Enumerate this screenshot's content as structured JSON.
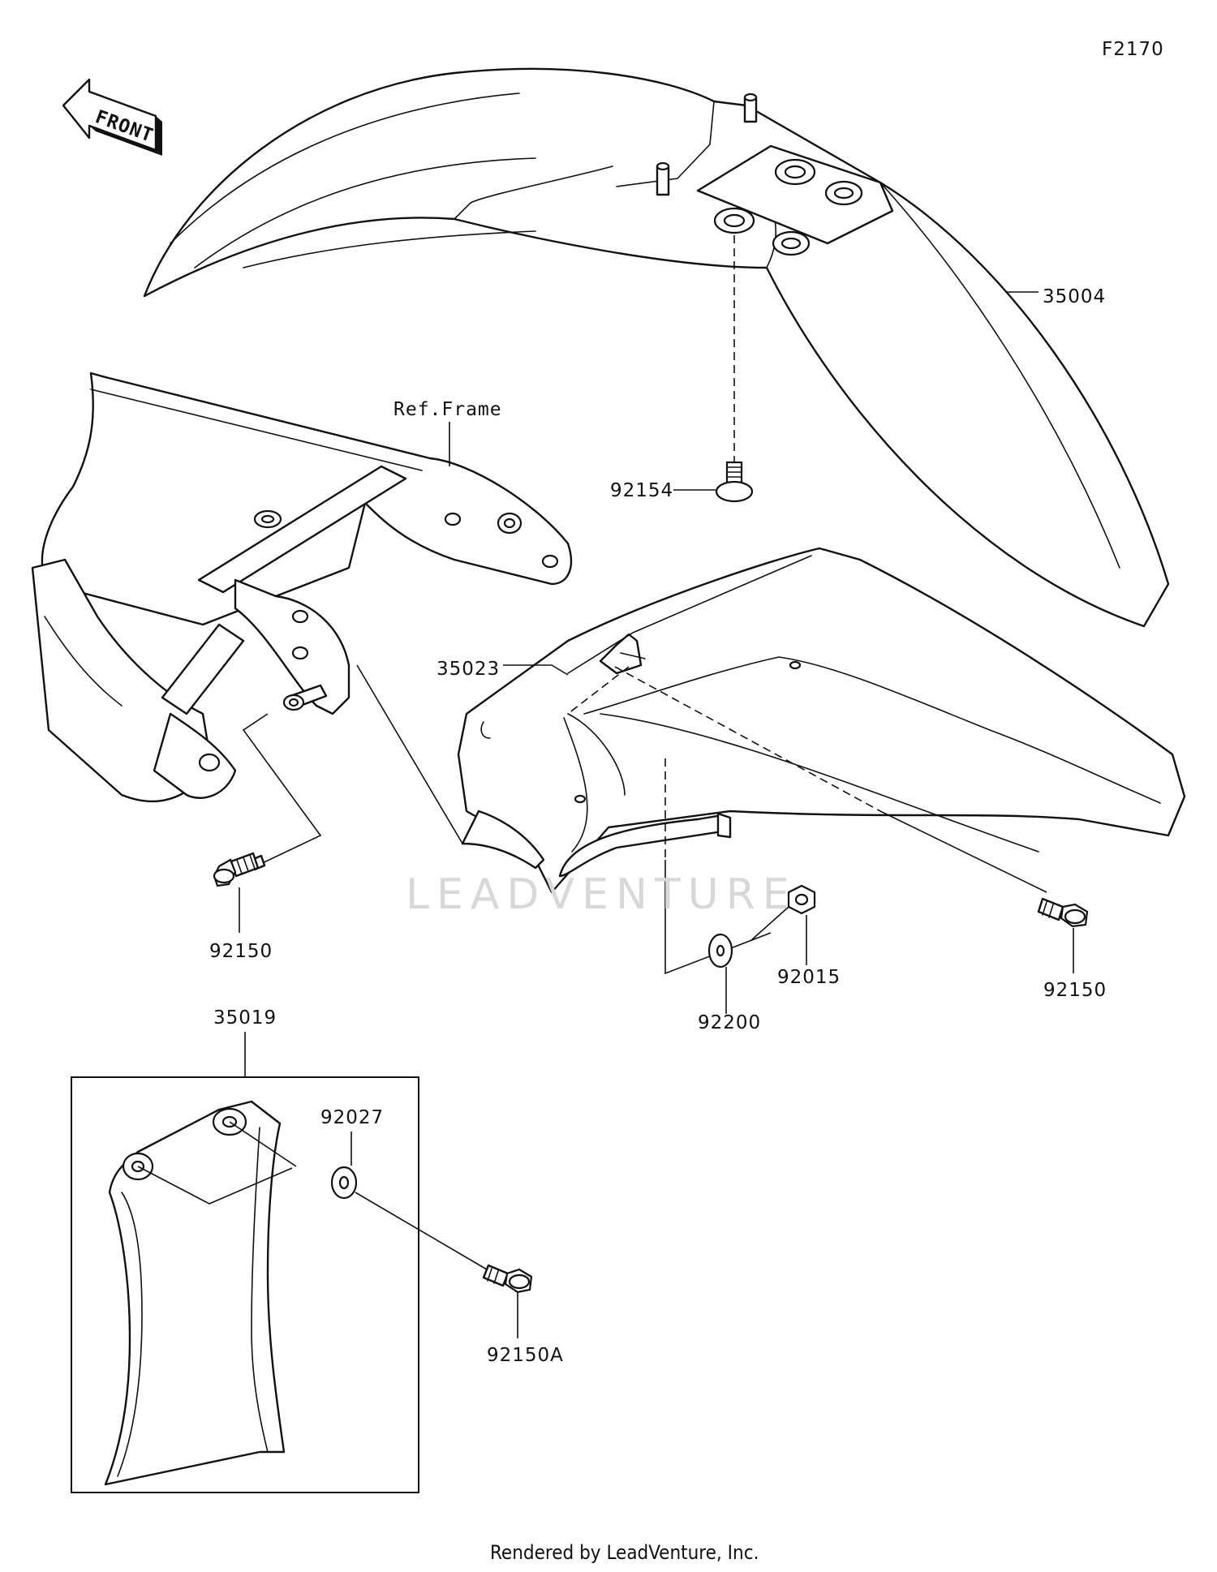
{
  "figure_code": "F2170",
  "front_arrow_label": "FRONT",
  "watermark": "LEADVENTURE",
  "footer": "Rendered by LeadVenture, Inc.",
  "reference_label": "Ref.Frame",
  "callouts": {
    "front_fender": "35004",
    "fender_bolt_top": "92154",
    "inner_fender": "35023",
    "frame_bolt_left": "92150",
    "fender_bolt_right": "92150",
    "nut": "92015",
    "washer": "92200",
    "guard_set": "35019",
    "guard_washer": "92027",
    "guard_bolt": "92150A"
  }
}
